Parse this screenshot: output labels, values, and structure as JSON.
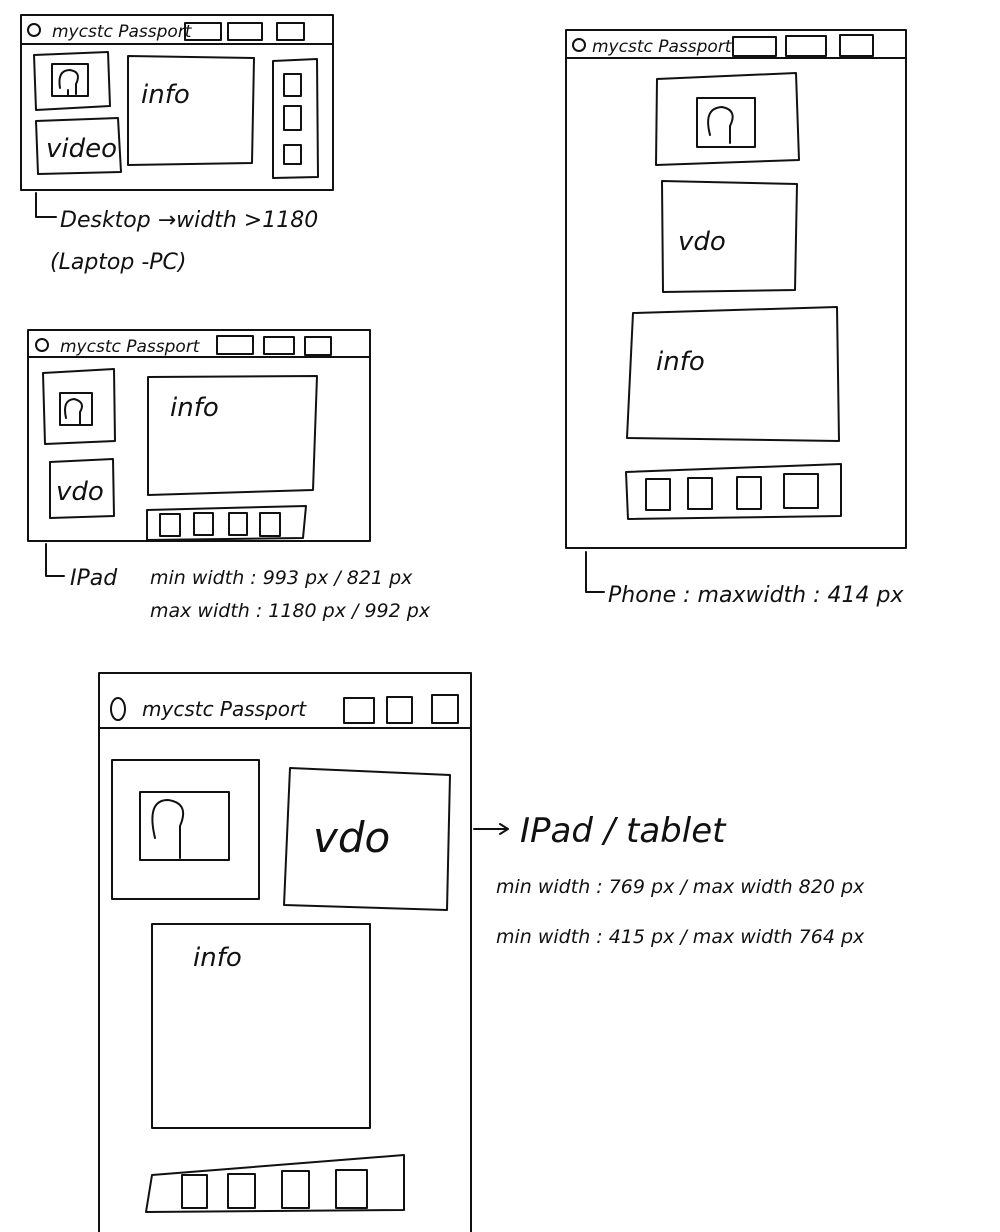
{
  "stroke_color": "#111111",
  "background_color": "#ffffff",
  "header_title": "mycstc Passport",
  "labels": {
    "info": "info",
    "video": "video",
    "vdo": "vdo"
  },
  "notes": {
    "desktop_line1": "Desktop →width >1180",
    "desktop_line2": "(Laptop -PC)",
    "ipad_prefix": "IPad",
    "ipad_min": "min width : 993 px / 821 px",
    "ipad_max": "max width : 1180 px / 992 px",
    "phone": "Phone : maxwidth : 414 px",
    "tablet_title": "IPad / tablet",
    "tablet_line1": "min width : 769 px / max width 820 px",
    "tablet_line2": "min width : 415 px / max width 764 px"
  },
  "icons": [
    "logo-circle-icon",
    "header-button-icon",
    "image-placeholder-icon",
    "side-button-icon"
  ]
}
